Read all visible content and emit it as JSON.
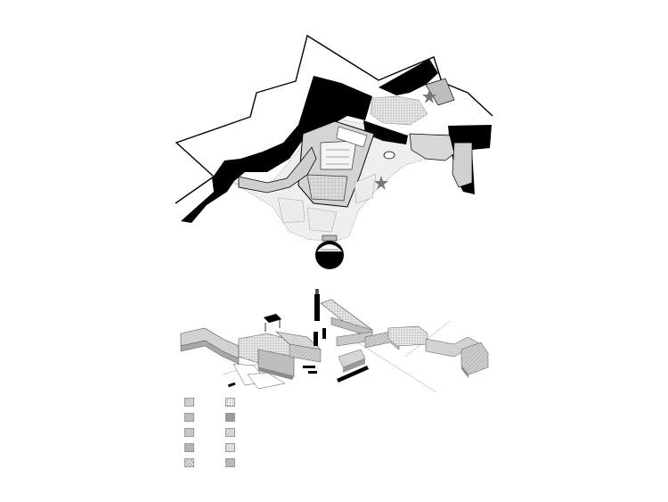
{
  "plan": {
    "fills": {
      "solid": "#000000",
      "light": "#e6e6e6",
      "mid": "#c4c4c4",
      "dark": "#8c8c8c"
    }
  },
  "axonometric": {
    "fills": {
      "top": "#d6d6d6",
      "side": "#a8a8a8",
      "front": "#bdbdbd"
    }
  },
  "legend": {
    "swatches": [
      {
        "fill": "#cfcfcf",
        "pattern": "none"
      },
      {
        "fill": "#f2f2f2",
        "pattern": "dots"
      },
      {
        "fill": "#bdbdbd",
        "pattern": "none"
      },
      {
        "fill": "#9c9c9c",
        "pattern": "none"
      },
      {
        "fill": "#c8c8c8",
        "pattern": "none"
      },
      {
        "fill": "#d6d6d6",
        "pattern": "none"
      },
      {
        "fill": "#bdbdbd",
        "pattern": "dots"
      },
      {
        "fill": "#dedede",
        "pattern": "none"
      },
      {
        "fill": "#f0f0f0",
        "pattern": "cross"
      },
      {
        "fill": "#d0d0d0",
        "pattern": "cross"
      }
    ]
  }
}
